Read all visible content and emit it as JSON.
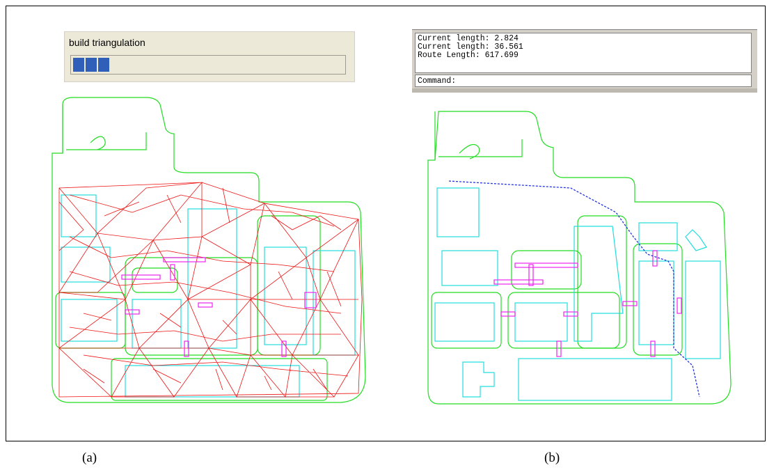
{
  "progress": {
    "title": "build triangulation",
    "level": 0.15
  },
  "command_window": {
    "lines": [
      "Current length: 2.824",
      "Current length: 36.561",
      "Route Length: 617.699"
    ],
    "prompt": "Command:"
  },
  "captions": {
    "left": "(a)",
    "right": "(b)"
  },
  "colors": {
    "boundary": "#22dd22",
    "building": "#22dddd",
    "triangulation": "#ee1111",
    "door": "#ee22ee",
    "route": "#2233dd",
    "progress_fill": "#2f5fb8"
  }
}
